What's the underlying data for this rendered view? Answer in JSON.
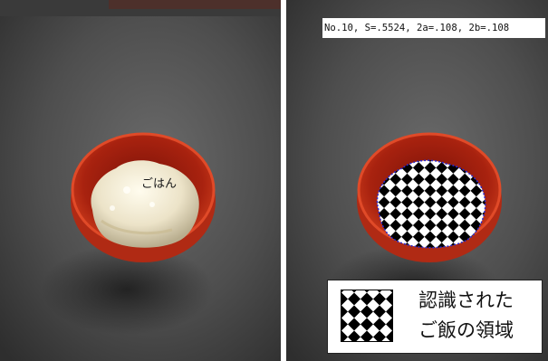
{
  "left_panel": {
    "food_label": "ごはん"
  },
  "right_panel": {
    "readout": "No.10, S=.5524, 2a=.108, 2b=.108"
  },
  "legend": {
    "line1": "認識された",
    "line2": "ご飯の領域",
    "swatch_icon": "checkerboard-icon"
  },
  "colors": {
    "table": "#4a4a4a",
    "bowl_rim": "#c0301c",
    "bowl_inner": "#8a1c10",
    "rice": "#f3ecd8",
    "checker_dark": "#000000",
    "checker_light": "#ffffff",
    "boundary": "#2a2ad0"
  }
}
